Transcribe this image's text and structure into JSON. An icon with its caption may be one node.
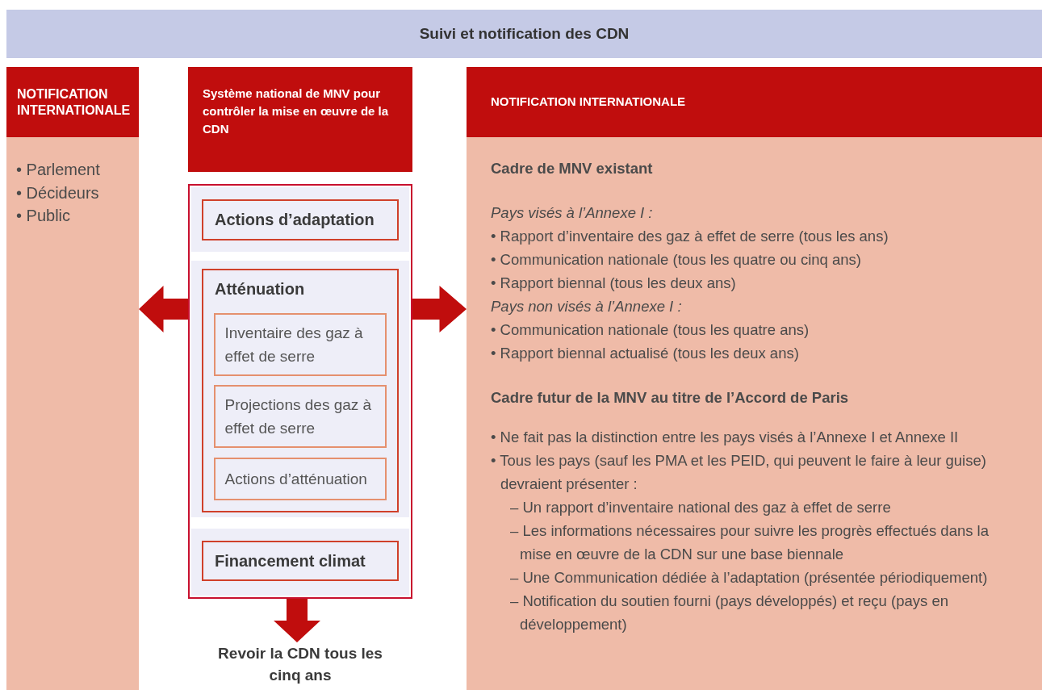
{
  "diagram": {
    "nodes": [
      {
        "text": [
          "Suivi et notification des CDN"
        ]
      },
      {
        "text": [
          "NOTIFICATION INTERNATIONALE",
          "• Parlement",
          "• Décideurs",
          "• Public"
        ]
      },
      {
        "text": [
          "Système national de MNV pour contrôler la mise en œuvre de la CDN"
        ]
      },
      {
        "text": [],
        "shape": "box"
      },
      {
        "text": [
          "Actions d’adaptation"
        ],
        "in": 3
      },
      {
        "text": [
          "Atténuation"
        ],
        "in": 3
      },
      {
        "text": [
          "Inventaire des gaz à effet de serre"
        ],
        "in": 5
      },
      {
        "text": [
          "Projections des gaz à effet de serre"
        ],
        "in": 5
      },
      {
        "text": [
          "Actions d’atténuation"
        ],
        "in": 5
      },
      {
        "text": [
          "Financement climat"
        ],
        "in": 3
      },
      {
        "text": [
          "Revoir la CDN tous les cinq ans"
        ]
      },
      {
        "text": [
          "NOTIFICATION INTERNATIONALE",
          "Cadre de MNV existant",
          "Pays visés à l’Annexe I :",
          "• Rapport d’inventaire des gaz à effet de serre (tous les ans)",
          "• Communication nationale (tous les quatre ou cinq ans)",
          "• Rapport biennal (tous les deux ans)",
          "Pays non visés à l’Annexe I :",
          "• Communication nationale (tous les quatre ans)",
          "• Rapport biennal actualisé (tous les deux ans)",
          "Cadre futur de la MNV au titre de l’Accord de Paris",
          "• Ne fait pas la distinction entre les pays visés à l’Annexe I et Annexe II",
          "• Tous les pays (sauf les PMA et les PEID, qui peuvent le faire à leur guise) devraient présenter :",
          "– Un rapport d’inventaire national des gaz à effet de serre",
          "– Les informations nécessaires pour suivre les progrès effectués dans la mise en œuvre de la CDN sur une base biennale",
          "– Une Communication dédiée à l’adaptation (présentée périodiquement)",
          "– Notification du soutien fourni (pays développés) et reçu (pays en développement)"
        ]
      }
    ],
    "edges": [
      {
        "from": 3,
        "to": 1,
        "arrow": "to"
      },
      {
        "from": 3,
        "to": 11,
        "arrow": "to"
      },
      {
        "from": 3,
        "to": 10,
        "arrow": "to"
      }
    ]
  }
}
